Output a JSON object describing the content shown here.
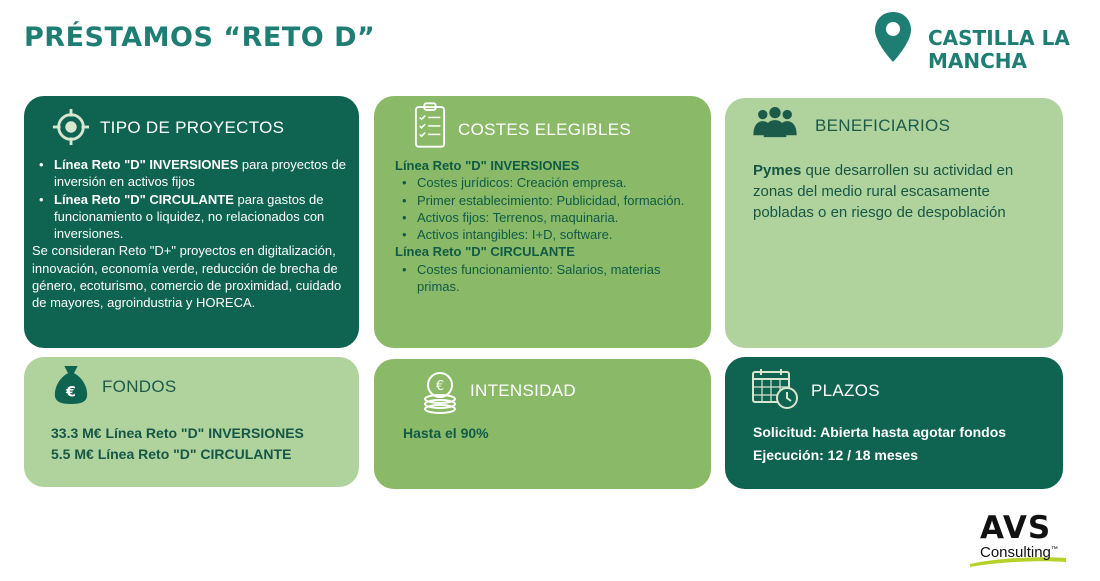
{
  "header": {
    "title": "PRÉSTAMOS “RETO D”",
    "region_line1": "CASTILLA LA",
    "region_line2": "MANCHA",
    "region_icon": "location-pin-icon"
  },
  "colors": {
    "title": "#1e7e74",
    "dark_card": "#0e6450",
    "mid_card": "#8aba67",
    "light_card": "#b0d39e"
  },
  "tipo": {
    "title": "TIPO DE PROYECTOS",
    "icon": "target-icon",
    "items": [
      {
        "bold": "Línea Reto \"D\" INVERSIONES",
        "text": " para proyectos de inversión en activos fijos"
      },
      {
        "bold": "Línea Reto \"D\" CIRCULANTE",
        "text": " para gastos de funcionamiento o liquidez, no relacionados con inversiones."
      }
    ],
    "note": "Se consideran Reto \"D+\" proyectos en digitalización, innovación, economía verde, reducción de brecha de género, ecoturismo, comercio de proximidad, cuidado de mayores, agroindustria y HORECA."
  },
  "costes": {
    "title": "COSTES ELEGIBLES",
    "icon": "checklist-clipboard-icon",
    "sec1_title": "Línea Reto \"D\" INVERSIONES",
    "sec1_items": [
      "Costes jurídicos: Creación empresa.",
      "Primer establecimiento: Publicidad, formación.",
      "Activos fijos: Terrenos, maquinaria.",
      "Activos intangibles: I+D, software."
    ],
    "sec2_title": "Línea Reto \"D\" CIRCULANTE",
    "sec2_items": [
      "Costes funcionamiento: Salarios, materias primas."
    ]
  },
  "beneficiarios": {
    "title": "BENEFICIARIOS",
    "icon": "people-group-icon",
    "bold": "Pymes",
    "text": " que desarrollen su actividad en zonas del medio rural escasamente pobladas o en riesgo de despoblación"
  },
  "fondos": {
    "title": "FONDOS",
    "icon": "money-bag-euro-icon",
    "line1": "33.3 M€ Línea Reto \"D\" INVERSIONES",
    "line2": "5.5 M€ Línea Reto \"D\" CIRCULANTE"
  },
  "intensidad": {
    "title": "INTENSIDAD",
    "icon": "euro-coins-icon",
    "line1": "Hasta el 90%"
  },
  "plazos": {
    "title": "PLAZOS",
    "icon": "calendar-clock-icon",
    "line1": "Solicitud: Abierta hasta agotar fondos",
    "line2": "Ejecución: 12 / 18 meses"
  },
  "logo": {
    "main": "AVS",
    "sub": "Consulting",
    "tm": "™"
  }
}
